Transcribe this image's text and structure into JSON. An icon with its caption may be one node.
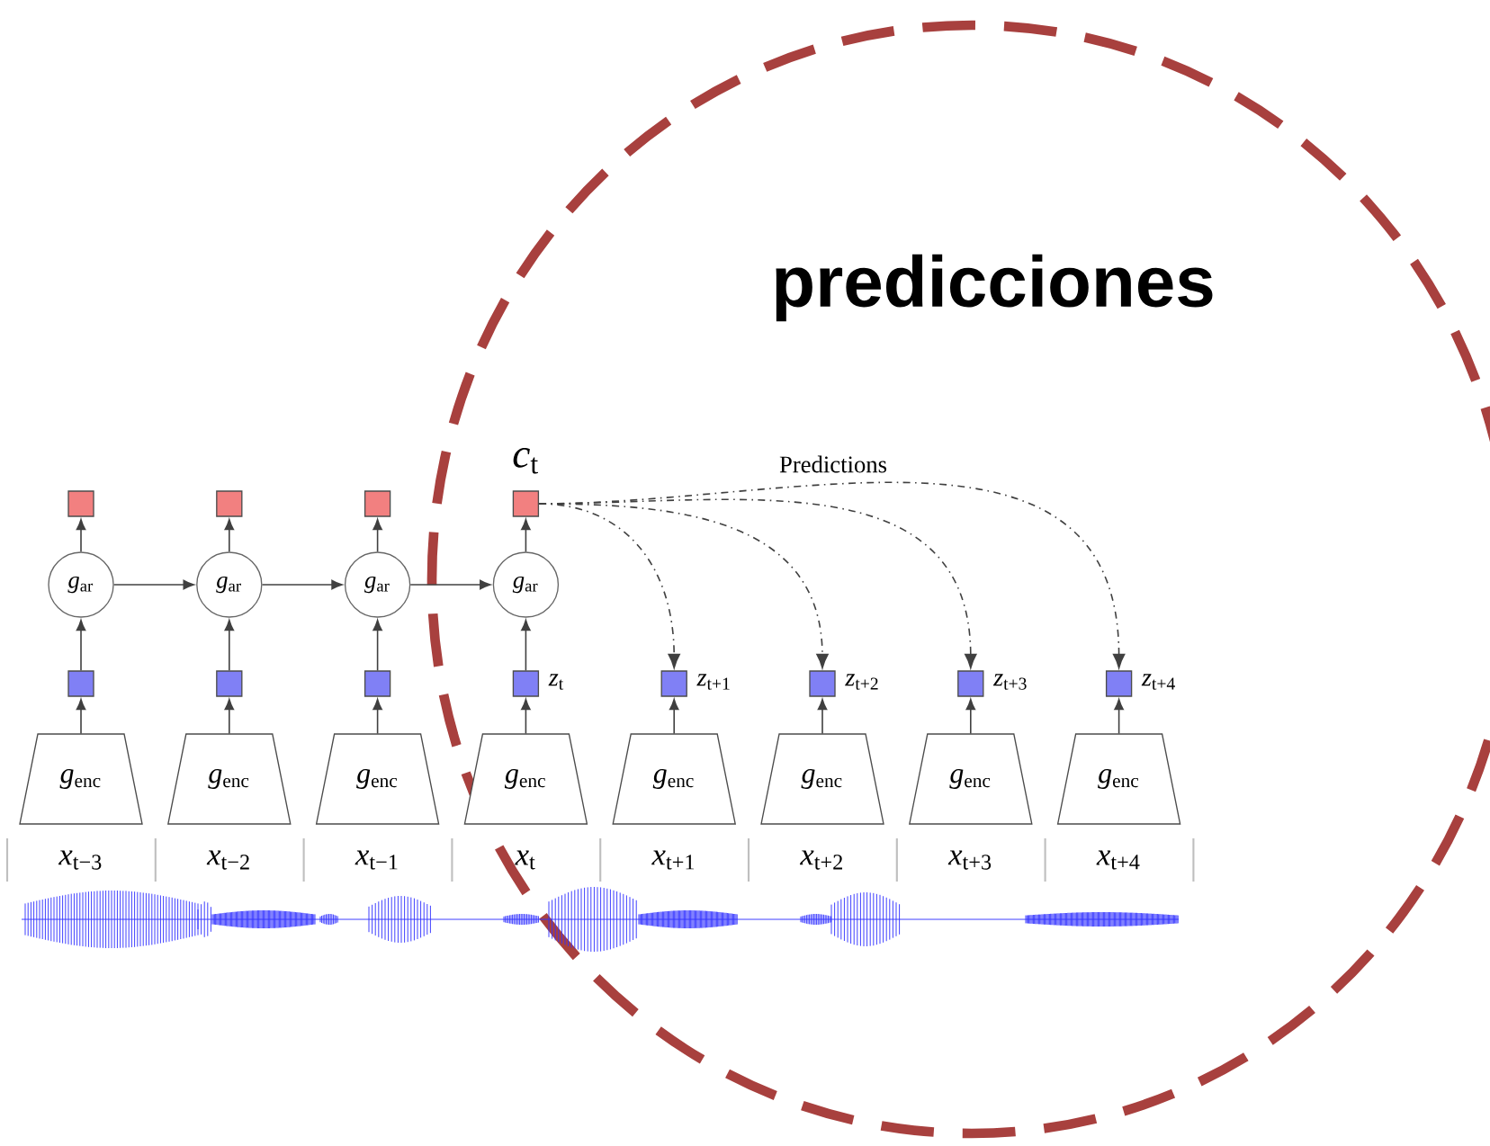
{
  "diagram": {
    "nodes": [
      {
        "text": [],
        "shape": "box"
      },
      {
        "text": [],
        "shape": "box"
      },
      {
        "text": [],
        "shape": "box"
      },
      {
        "text": [],
        "shape": "box",
        "beside": [
          "*c*$_{t}$"
        ]
      },
      {
        "text": [
          "*g*$_{ar}$"
        ]
      },
      {
        "text": [
          "*g*$_{ar}$"
        ]
      },
      {
        "text": [
          "*g*$_{ar}$"
        ]
      },
      {
        "text": [
          "*g*$_{ar}$"
        ]
      },
      {
        "text": [],
        "shape": "box"
      },
      {
        "text": [],
        "shape": "box"
      },
      {
        "text": [],
        "shape": "box"
      },
      {
        "text": [],
        "shape": "box",
        "beside": [
          "*z*$_{t}$"
        ]
      },
      {
        "text": [],
        "shape": "box",
        "beside": [
          "*z*$_{t+1}$"
        ]
      },
      {
        "text": [],
        "shape": "box",
        "beside": [
          "*z*$_{t+2}$"
        ]
      },
      {
        "text": [],
        "shape": "box",
        "beside": [
          "*z*$_{t+3}$"
        ]
      },
      {
        "text": [],
        "shape": "box",
        "beside": [
          "*z*$_{t+4}$"
        ]
      },
      {
        "text": [
          "*g*$_{enc}$"
        ]
      },
      {
        "text": [
          "*g*$_{enc}$"
        ]
      },
      {
        "text": [
          "*g*$_{enc}$"
        ]
      },
      {
        "text": [
          "*g*$_{enc}$"
        ]
      },
      {
        "text": [
          "*g*$_{enc}$"
        ]
      },
      {
        "text": [
          "*g*$_{enc}$"
        ]
      },
      {
        "text": [
          "*g*$_{enc}$"
        ]
      },
      {
        "text": [
          "*g*$_{enc}$"
        ]
      }
    ],
    "edges": [
      {
        "from": 16,
        "to": 8,
        "arrow": "to"
      },
      {
        "from": 17,
        "to": 9,
        "arrow": "to"
      },
      {
        "from": 18,
        "to": 10,
        "arrow": "to"
      },
      {
        "from": 19,
        "to": 11,
        "arrow": "to"
      },
      {
        "from": 20,
        "to": 12,
        "arrow": "to"
      },
      {
        "from": 21,
        "to": 13,
        "arrow": "to"
      },
      {
        "from": 22,
        "to": 14,
        "arrow": "to"
      },
      {
        "from": 23,
        "to": 15,
        "arrow": "to"
      },
      {
        "from": 8,
        "to": 4,
        "arrow": "to"
      },
      {
        "from": 9,
        "to": 5,
        "arrow": "to"
      },
      {
        "from": 10,
        "to": 6,
        "arrow": "to"
      },
      {
        "from": 11,
        "to": 7,
        "arrow": "to"
      },
      {
        "from": 4,
        "to": 0,
        "arrow": "to"
      },
      {
        "from": 5,
        "to": 1,
        "arrow": "to"
      },
      {
        "from": 6,
        "to": 2,
        "arrow": "to"
      },
      {
        "from": 7,
        "to": 3,
        "arrow": "to"
      },
      {
        "from": 4,
        "to": 5,
        "arrow": "to"
      },
      {
        "from": 5,
        "to": 6,
        "arrow": "to"
      },
      {
        "from": 6,
        "to": 7,
        "arrow": "to"
      },
      {
        "from": 3,
        "to": 12,
        "arrow": "to",
        "style": "dashed"
      },
      {
        "from": 3,
        "to": 13,
        "arrow": "to",
        "style": "dashed"
      },
      {
        "from": 3,
        "to": 14,
        "arrow": "to",
        "style": "dashed"
      },
      {
        "from": 3,
        "to": 15,
        "arrow": "to",
        "style": "dashed"
      }
    ],
    "labels": [
      "predicciones",
      "Predictions",
      "*x*$_{t−3}$",
      "*x*$_{t−2}$",
      "*x*$_{t−1}$",
      "*x*$_{t}$",
      "*x*$_{t+1}$",
      "*x*$_{t+2}$",
      "*x*$_{t+3}$",
      "*x*$_{t+4}$"
    ]
  }
}
